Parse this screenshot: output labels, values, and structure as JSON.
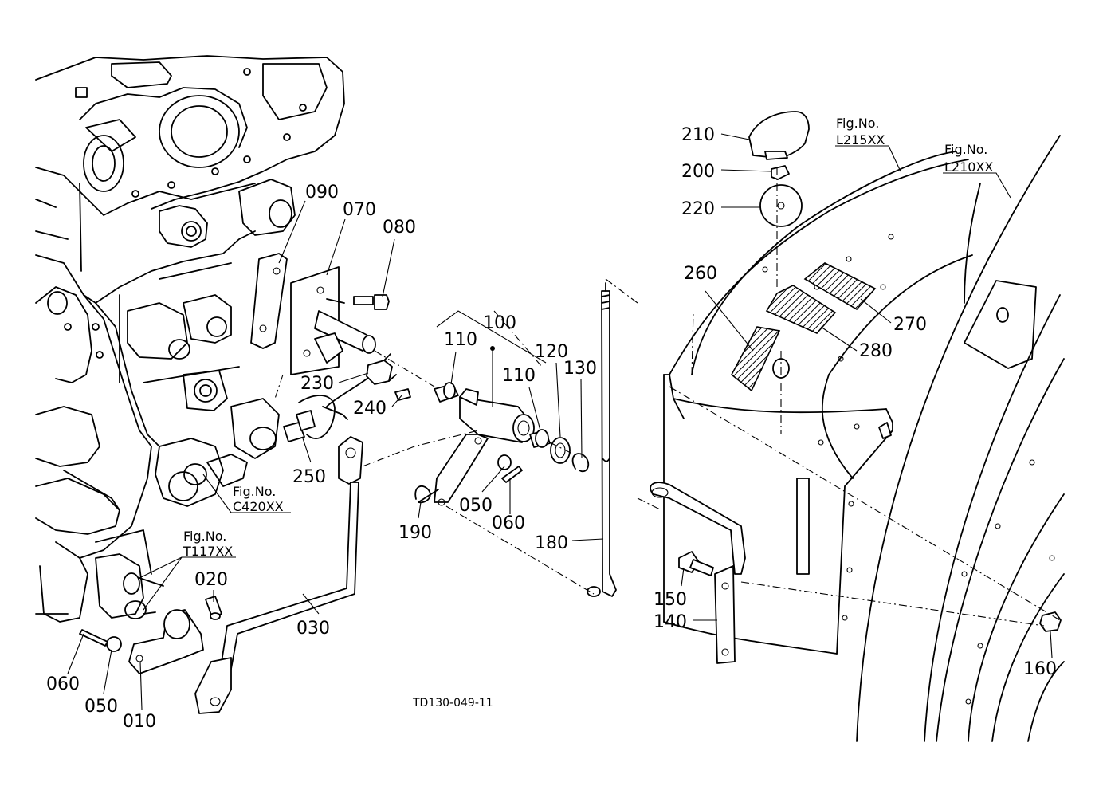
{
  "drawing_code": "TD130-049-11",
  "part_labels": [
    {
      "id": "p090",
      "text": "090"
    },
    {
      "id": "p070",
      "text": "070"
    },
    {
      "id": "p080",
      "text": "080"
    },
    {
      "id": "p100",
      "text": "100"
    },
    {
      "id": "p110a",
      "text": "110"
    },
    {
      "id": "p110b",
      "text": "110"
    },
    {
      "id": "p120",
      "text": "120"
    },
    {
      "id": "p130",
      "text": "130"
    },
    {
      "id": "p230",
      "text": "230"
    },
    {
      "id": "p240",
      "text": "240"
    },
    {
      "id": "p250",
      "text": "250"
    },
    {
      "id": "p050a",
      "text": "050"
    },
    {
      "id": "p060a",
      "text": "060"
    },
    {
      "id": "p190",
      "text": "190"
    },
    {
      "id": "p180",
      "text": "180"
    },
    {
      "id": "p020",
      "text": "020"
    },
    {
      "id": "p030",
      "text": "030"
    },
    {
      "id": "p060b",
      "text": "060"
    },
    {
      "id": "p050b",
      "text": "050"
    },
    {
      "id": "p010",
      "text": "010"
    },
    {
      "id": "p210",
      "text": "210"
    },
    {
      "id": "p200",
      "text": "200"
    },
    {
      "id": "p220",
      "text": "220"
    },
    {
      "id": "p260",
      "text": "260"
    },
    {
      "id": "p270",
      "text": "270"
    },
    {
      "id": "p280",
      "text": "280"
    },
    {
      "id": "p150",
      "text": "150"
    },
    {
      "id": "p140",
      "text": "140"
    },
    {
      "id": "p160",
      "text": "160"
    }
  ],
  "figure_refs": [
    {
      "id": "c420",
      "line1": "Fig.No.",
      "line2": "C420XX"
    },
    {
      "id": "t117",
      "line1": "Fig.No.",
      "line2": "T117XX"
    },
    {
      "id": "l215",
      "line1": "Fig.No.",
      "line2": "L215XX"
    },
    {
      "id": "l210",
      "line1": "Fig.No.",
      "line2": "L210XX"
    }
  ]
}
